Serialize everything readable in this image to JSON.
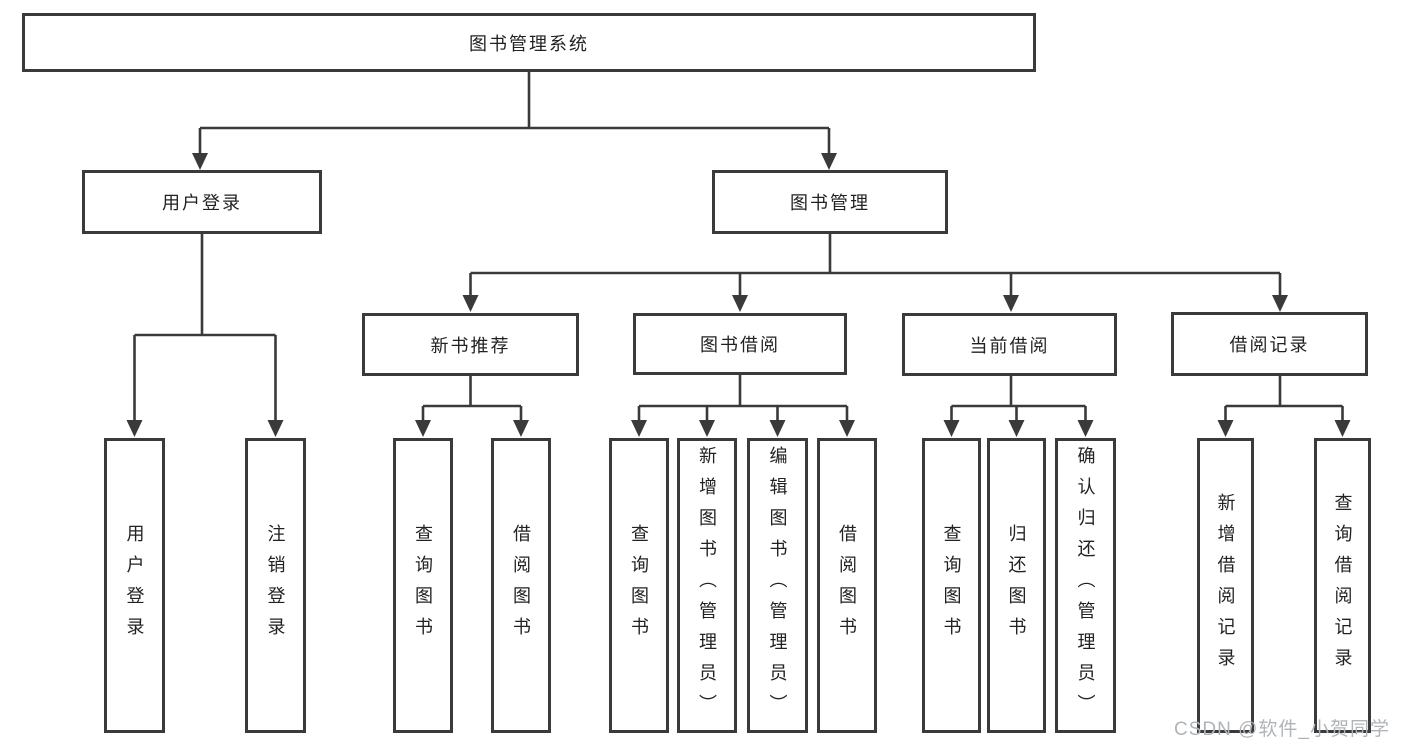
{
  "tree": {
    "root": {
      "label": "图书管理系统"
    },
    "level2": [
      {
        "label": "用户登录"
      },
      {
        "label": "图书管理"
      }
    ],
    "level3": [
      {
        "label": "新书推荐"
      },
      {
        "label": "图书借阅"
      },
      {
        "label": "当前借阅"
      },
      {
        "label": "借阅记录"
      }
    ],
    "leaves": {
      "userLogin": [
        "用户登录",
        "注销登录"
      ],
      "newBooks": [
        "查询图书",
        "借阅图书"
      ],
      "bookBorrow": [
        "查询图书",
        "新增图书（管理员）",
        "编辑图书（管理员）",
        "借阅图书"
      ],
      "currentBorrow": [
        "查询图书",
        "归还图书",
        "确认归还（管理员）"
      ],
      "borrowRecords": [
        "新增借阅记录",
        "查询借阅记录"
      ]
    }
  },
  "watermark": {
    "text": "CSDN @软件_小贺同学"
  },
  "colors": {
    "line": "#3a3a3a",
    "text": "#222222",
    "watermark": "#b0b4b8",
    "background": "#ffffff"
  }
}
